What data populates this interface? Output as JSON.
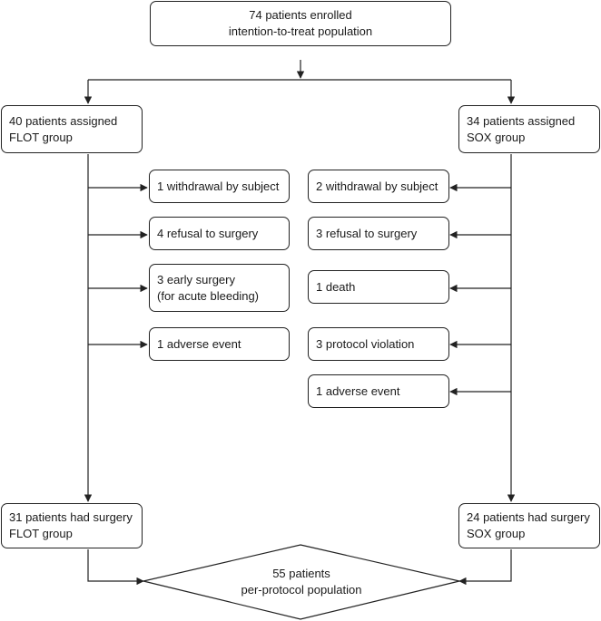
{
  "enrolled": {
    "line1": "74 patients enrolled",
    "line2": "intention-to-treat population"
  },
  "flot": {
    "assigned": {
      "line1": "40 patients assigned",
      "line2": "FLOT group"
    },
    "exclusions": [
      {
        "line1": "1 withdrawal by subject",
        "line2": ""
      },
      {
        "line1": "4 refusal to surgery",
        "line2": ""
      },
      {
        "line1": "3 early surgery",
        "line2": "(for acute bleeding)"
      },
      {
        "line1": "1 adverse event",
        "line2": ""
      }
    ],
    "surgery": {
      "line1": "31 patients had surgery",
      "line2": "FLOT group"
    }
  },
  "sox": {
    "assigned": {
      "line1": "34 patients assigned",
      "line2": "SOX group"
    },
    "exclusions": [
      {
        "line1": "2 withdrawal by subject"
      },
      {
        "line1": "3 refusal to surgery"
      },
      {
        "line1": "1 death"
      },
      {
        "line1": "3 protocol violation"
      },
      {
        "line1": "1 adverse event"
      }
    ],
    "surgery": {
      "line1": "24 patients had surgery",
      "line2": "SOX group"
    }
  },
  "per_protocol": {
    "line1": "55 patients",
    "line2": "per-protocol population"
  }
}
